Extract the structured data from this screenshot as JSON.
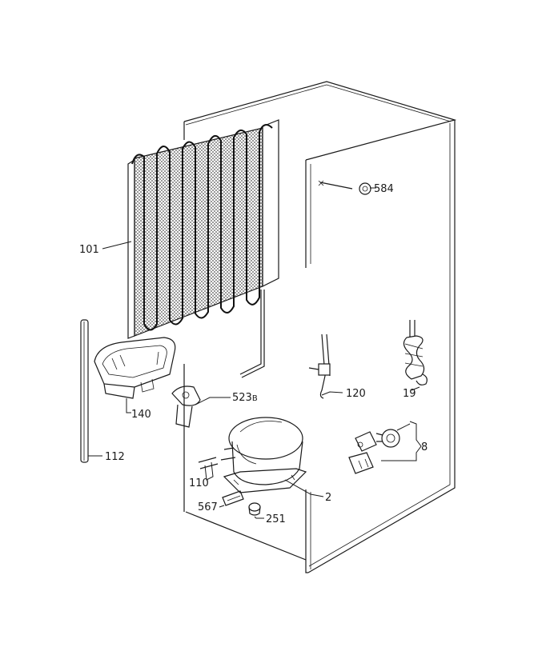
{
  "diagram": {
    "parts": [
      {
        "id": "101",
        "label": "101",
        "name": "condenser"
      },
      {
        "id": "584",
        "label": "584",
        "name": "door-switch"
      },
      {
        "id": "140",
        "label": "140",
        "name": "drip-tray"
      },
      {
        "id": "523B",
        "label": "523",
        "label_suffix": "B",
        "name": "bracket"
      },
      {
        "id": "120",
        "label": "120",
        "name": "thermostat-sensor"
      },
      {
        "id": "19",
        "label": "19",
        "name": "heater-cable"
      },
      {
        "id": "112",
        "label": "112",
        "name": "drain-tube"
      },
      {
        "id": "8",
        "label": "8",
        "name": "relay-starter"
      },
      {
        "id": "110",
        "label": "110",
        "name": "pipe"
      },
      {
        "id": "2",
        "label": "2",
        "name": "compressor"
      },
      {
        "id": "567",
        "label": "567",
        "name": "mounting-plate"
      },
      {
        "id": "251",
        "label": "251",
        "name": "grommet"
      }
    ]
  }
}
